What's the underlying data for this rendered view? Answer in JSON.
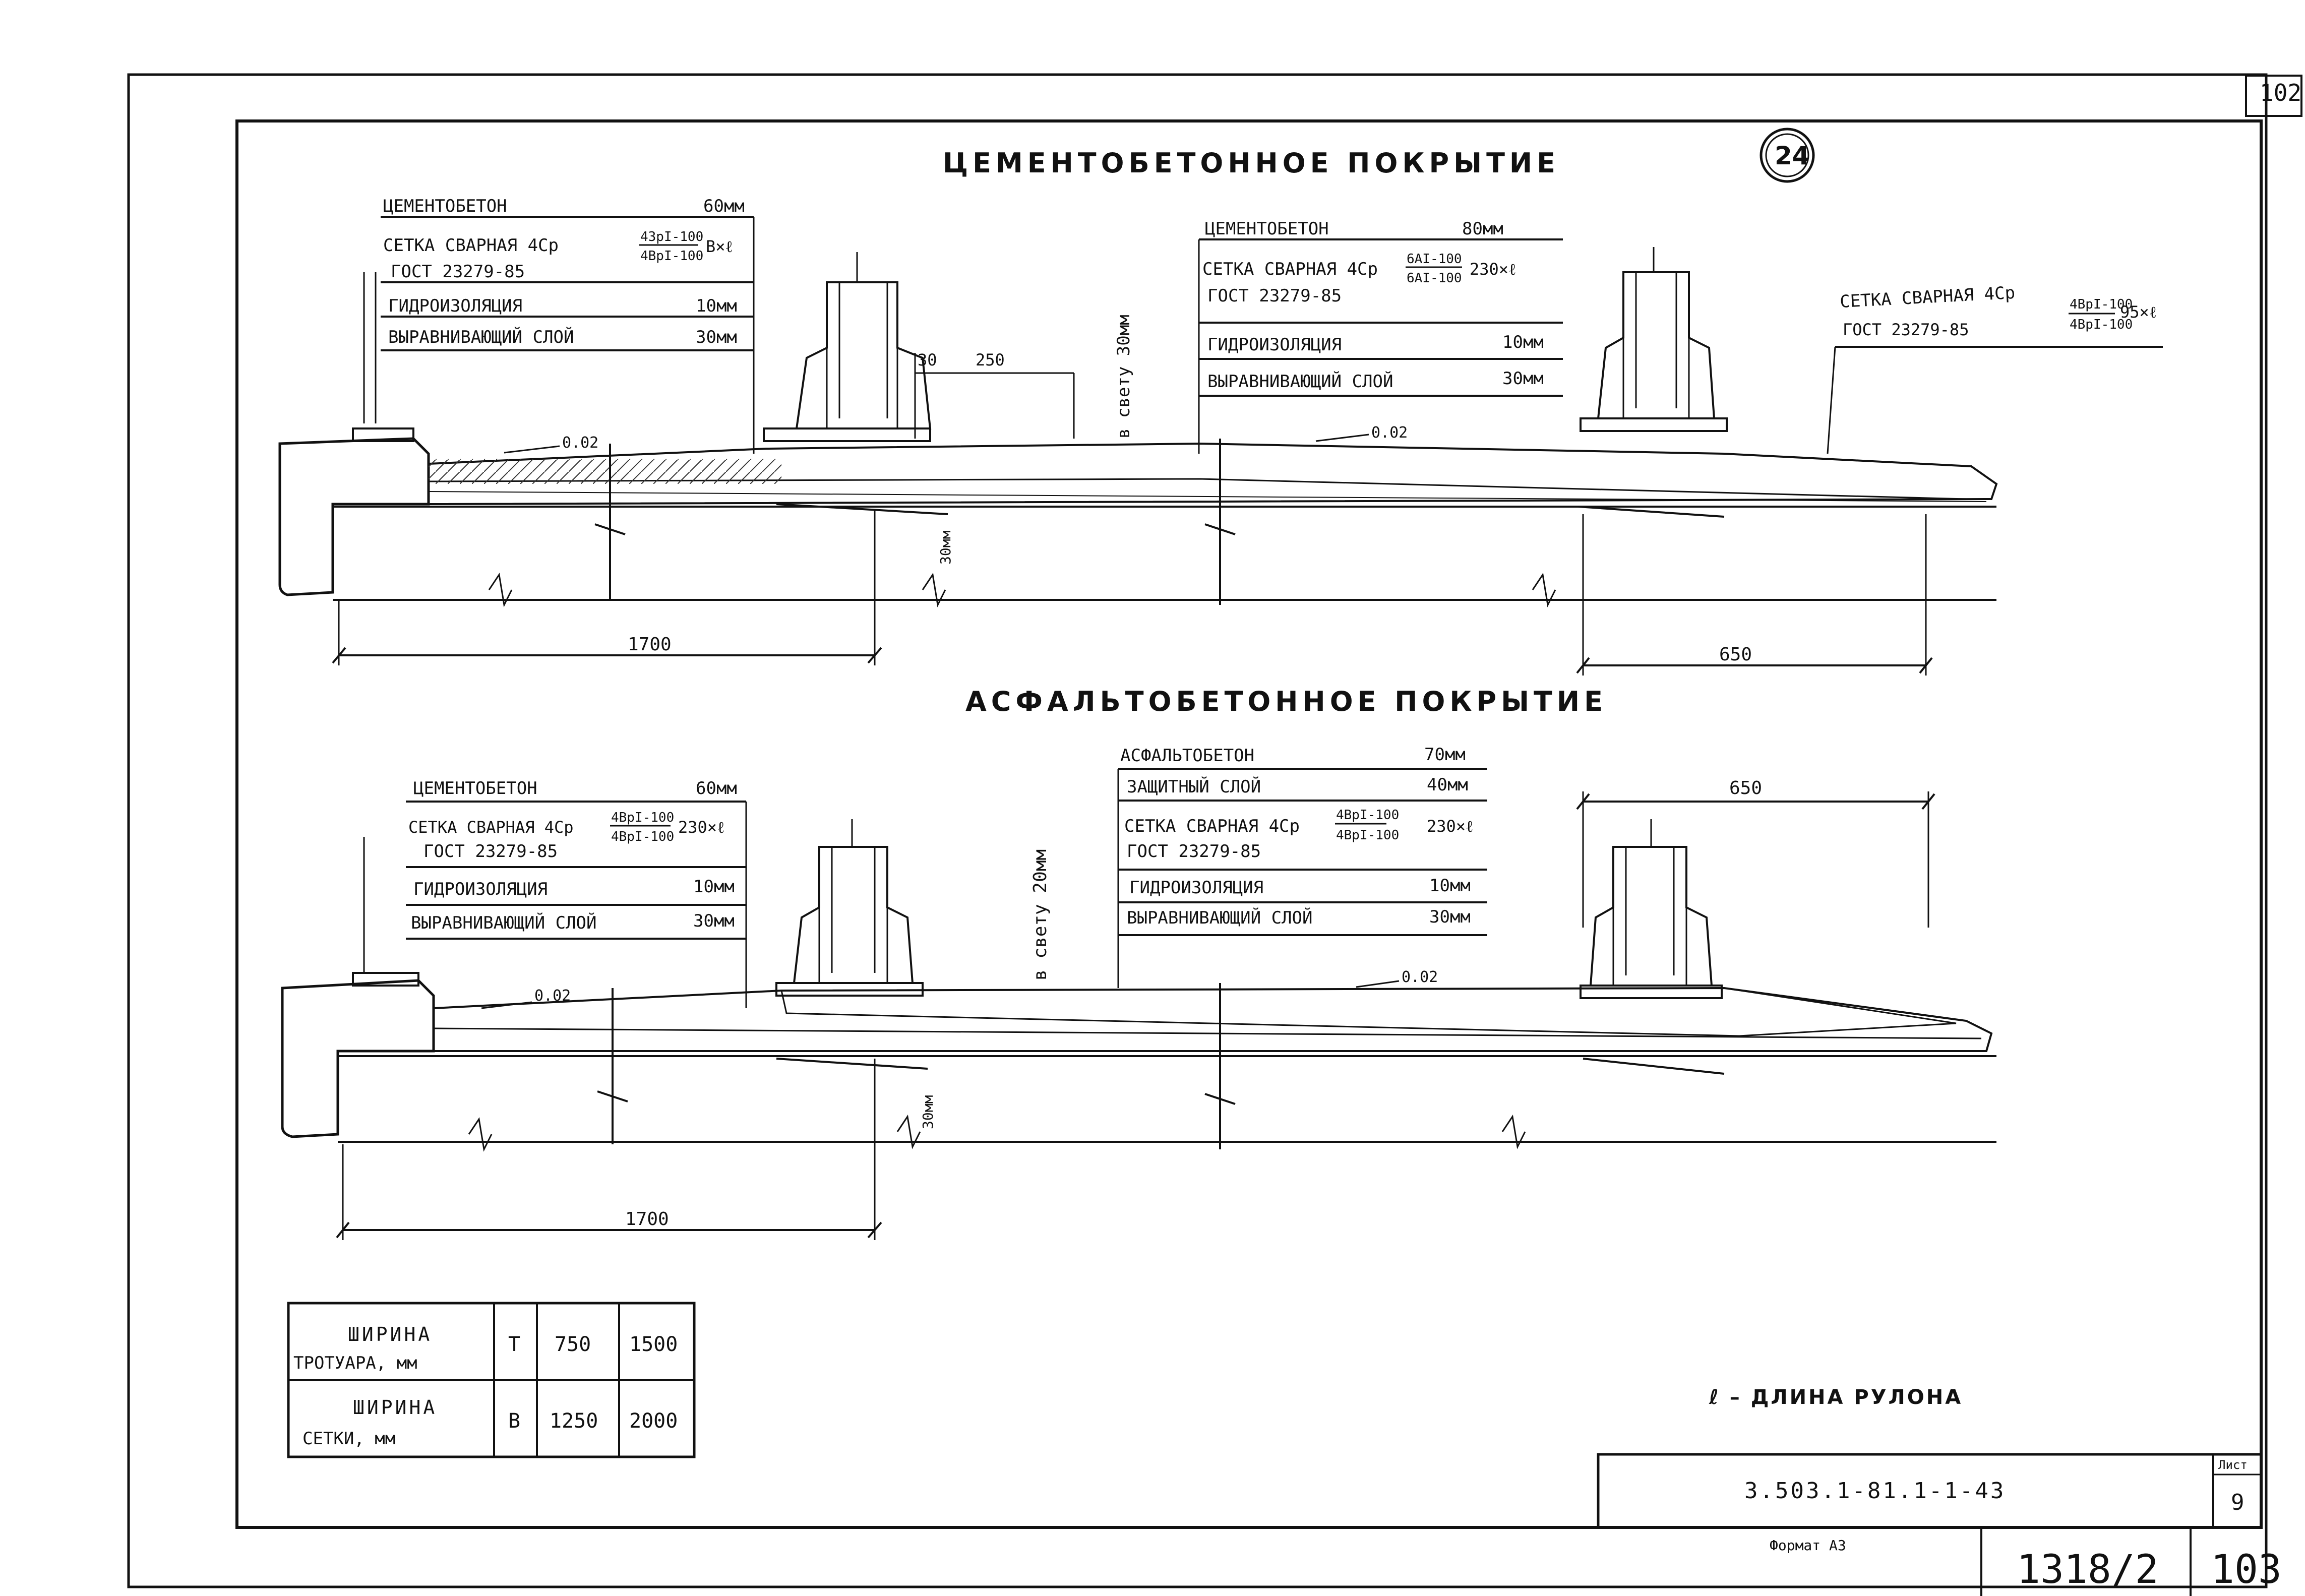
{
  "sheet": {
    "corner_number": "102",
    "circle_number": "24",
    "format": "Формат А3",
    "doc_code": "3.503.1-81.1-1-43",
    "list_label": "Лист",
    "list_number": "9",
    "inventory": "1318/2",
    "page_number": "103",
    "legend_note": "ℓ – ДЛИНА РУЛОНА"
  },
  "top": {
    "title": "ЦЕМЕНТОБЕТОННОЕ ПОКРЫТИЕ",
    "left_layers": [
      {
        "name": "ЦЕМЕНТОБЕТОН",
        "value": "60мм"
      },
      {
        "name": "СЕТКА СВАРНАЯ 4Ср",
        "num": "4ЗрI-100",
        "den": "4ВрI-100",
        "value": "В×ℓ"
      },
      {
        "name": "ГОСТ 23279-85",
        "value": ""
      },
      {
        "name": "ГИДРОИЗОЛЯЦИЯ",
        "value": "10мм"
      },
      {
        "name": "ВЫРАВНИВАЮЩИЙ СЛОЙ",
        "value": "30мм"
      }
    ],
    "right_layers": [
      {
        "name": "ЦЕМЕНТОБЕТОН",
        "value": "80мм"
      },
      {
        "name": "СЕТКА СВАРНАЯ 4Ср",
        "num": "6АI-100",
        "den": "6АI-100",
        "value": "230×ℓ"
      },
      {
        "name": "ГОСТ 23279-85",
        "value": ""
      },
      {
        "name": "ГИДРОИЗОЛЯЦИЯ",
        "value": "10мм"
      },
      {
        "name": "ВЫРАВНИВАЮЩИЙ СЛОЙ",
        "value": "30мм"
      }
    ],
    "far_right_mesh": {
      "name": "СЕТКА СВАРНАЯ 4Ср",
      "num": "4ВрI-100",
      "den": "4ВрI-100",
      "value": "95×ℓ",
      "gost": "ГОСТ 23279-85"
    },
    "dim_30": "30",
    "dim_250": "250",
    "clear_label": "в свету 30мм",
    "slope_left": "0.02",
    "slope_right": "0.02",
    "gap_label": "30мм",
    "dim_1700": "1700",
    "dim_650": "650"
  },
  "bottom": {
    "title": "АСФАЛЬТОБЕТОННОЕ ПОКРЫТИЕ",
    "left_layers": [
      {
        "name": "ЦЕМЕНТОБЕТОН",
        "value": "60мм"
      },
      {
        "name": "СЕТКА СВАРНАЯ 4Ср",
        "num": "4ВрI-100",
        "den": "4ВрI-100",
        "value": "230×ℓ"
      },
      {
        "name": "ГОСТ 23279-85",
        "value": ""
      },
      {
        "name": "ГИДРОИЗОЛЯЦИЯ",
        "value": "10мм"
      },
      {
        "name": "ВЫРАВНИВАЮЩИЙ СЛОЙ",
        "value": "30мм"
      }
    ],
    "right_layers": [
      {
        "name": "АСФАЛЬТОБЕТОН",
        "value": "70мм"
      },
      {
        "name": "ЗАЩИТНЫЙ СЛОЙ",
        "value": "40мм"
      },
      {
        "name": "СЕТКА СВАРНАЯ 4Ср",
        "num": "4ВрI-100",
        "den": "4ВрI-100",
        "value": "230×ℓ"
      },
      {
        "name": "ГОСТ 23279-85",
        "value": ""
      },
      {
        "name": "ГИДРОИЗОЛЯЦИЯ",
        "value": "10мм"
      },
      {
        "name": "ВЫРАВНИВАЮЩИЙ СЛОЙ",
        "value": "30мм"
      }
    ],
    "clear_label": "в свету 20мм",
    "slope_left": "0.02",
    "slope_right": "0.02",
    "gap_label": "30мм",
    "dim_1700": "1700",
    "dim_650": "650"
  },
  "width_table": {
    "rows": [
      {
        "label_1": "ШИРИНА",
        "label_2": "ТРОТУАРА, мм",
        "symbol": "Т",
        "v1": "750",
        "v2": "1500"
      },
      {
        "label_1": "ШИРИНА",
        "label_2": "СЕТКИ, мм",
        "symbol": "В",
        "v1": "1250",
        "v2": "2000"
      }
    ]
  }
}
